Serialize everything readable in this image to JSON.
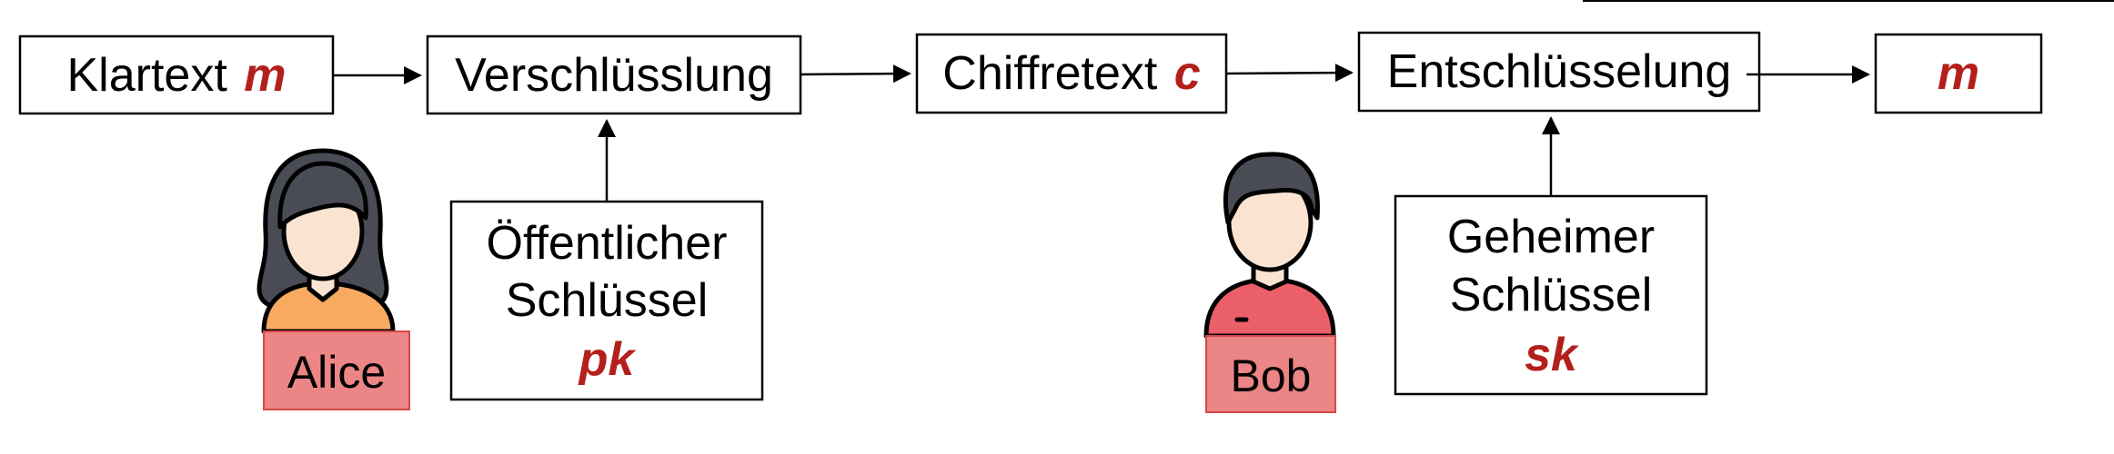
{
  "colors": {
    "variable_red": "#b3201c",
    "box_border": "#000000",
    "label_fill": "#ec8585",
    "label_border": "#d84848",
    "alice_shirt": "#f7aa60",
    "bob_shirt": "#ea5f68",
    "skin": "#fbe3d2",
    "hair": "#4a4c55"
  },
  "flow": {
    "plaintext": {
      "label": "Klartext",
      "var": "m"
    },
    "encryption": {
      "label": "Verschlüsslung"
    },
    "ciphertext": {
      "label": "Chiffretext",
      "var": "c"
    },
    "decryption": {
      "label": "Entschlüsselung"
    },
    "output": {
      "var": "m"
    }
  },
  "keys": {
    "public_key": {
      "line1": "Öffentlicher",
      "line2": "Schlüssel",
      "var": "pk"
    },
    "secret_key": {
      "line1": "Geheimer",
      "line2": "Schlüssel",
      "var": "sk"
    }
  },
  "people": {
    "alice": {
      "name": "Alice",
      "icon": "woman-avatar-icon"
    },
    "bob": {
      "name": "Bob",
      "icon": "man-avatar-icon"
    }
  }
}
